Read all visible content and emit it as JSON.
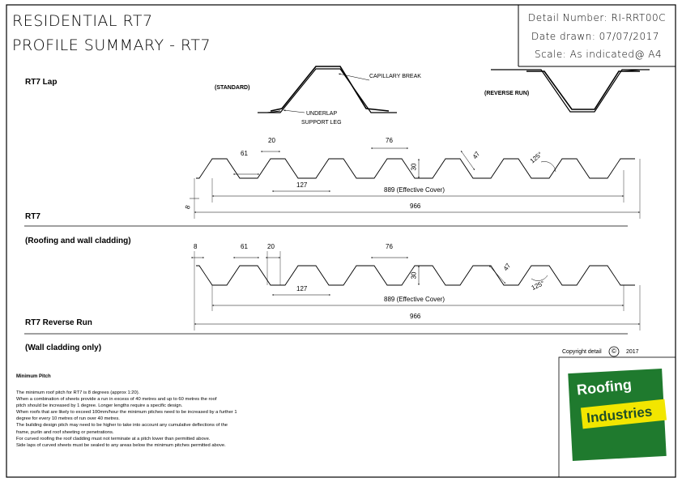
{
  "header": {
    "title_line1": "RESIDENTIAL RT7",
    "title_line2": "PROFILE SUMMARY -   RT7",
    "detail_number": "Detail Number:  RI-RRT00C",
    "date_drawn": "Date drawn:  07/07/2017",
    "scale": "Scale:  As indicated@ A4"
  },
  "lap": {
    "section_label": "RT7 Lap",
    "standard_label": "(STANDARD)",
    "capillary_label": "CAPILLARY BREAK",
    "underlap_line1": "UNDERLAP",
    "underlap_line2": "SUPPORT LEG",
    "reverse_label": "(REVERSE RUN)"
  },
  "profile_rt7": {
    "name": "RT7",
    "usage": "(Roofing and wall cladding)",
    "dims": {
      "d20": "20",
      "d61": "61",
      "d76": "76",
      "d127": "127",
      "d30": "30",
      "d47": "47",
      "angle": "125°",
      "d8": "8",
      "cover": "889 (Effective Cover)",
      "overall": "966"
    }
  },
  "profile_reverse": {
    "name": "RT7  Reverse Run",
    "usage": "(Wall cladding only)",
    "dims": {
      "d8": "8",
      "d61": "61",
      "d20": "20",
      "d76": "76",
      "d127": "127",
      "d30": "30",
      "d47": "47",
      "angle": "125°",
      "cover": "889 (Effective Cover)",
      "overall": "966"
    }
  },
  "copyright": {
    "text": "Copyright detail",
    "symbol": "©",
    "year": "2017"
  },
  "notes": {
    "title": "Minimum Pitch",
    "lines": [
      "The minimum roof pitch for RT7 is 8 degrees (approx 1:20).",
      "When a combination of sheets provide a run in excess of 40 metres and up to 60 metres the roof",
      "pitch should be increased by 1 degree. Longer lengths require a specific design.",
      "When roofs that are likely to exceed 100mm/hour the minimum pitches need to be increased by a further 1",
      "degree for every 10 metres of run over 40 metres.",
      "The building design pitch may need to be higher to take into account any cumulative deflections of the",
      "frame, purlin and roof sheeting or penetrations.",
      "For curved roofing the roof cladding must not terminate at a pitch lower than permitted above.",
      "Side laps of curved sheets must be sealed to any areas below the minimum pitches permitted above."
    ]
  },
  "logo": {
    "word1": "Roofing",
    "word2": "Industries",
    "url": "roof.co.nz",
    "green": "#1f7a2e",
    "yellow": "#f2e600"
  }
}
